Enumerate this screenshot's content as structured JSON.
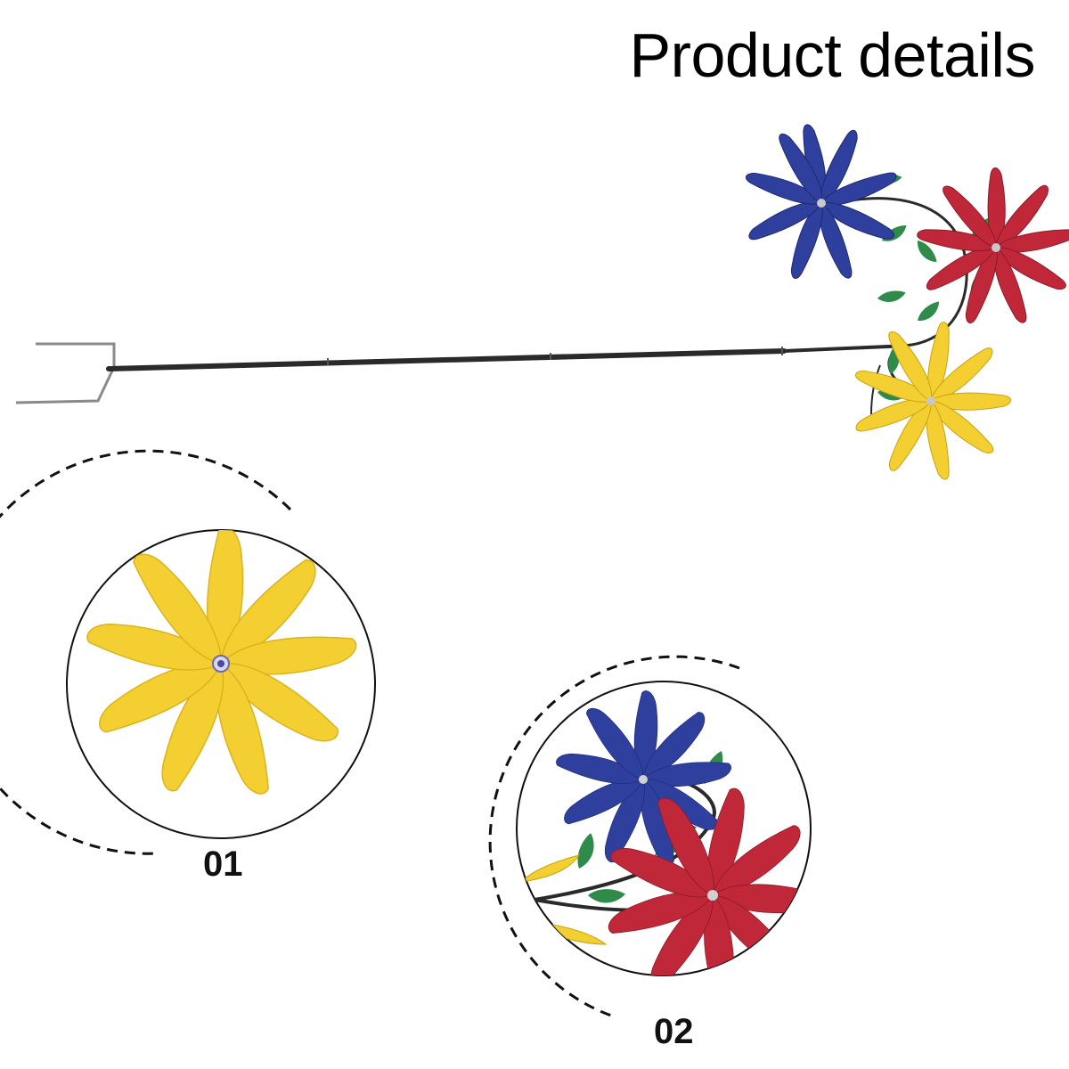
{
  "page": {
    "title": "Product details"
  },
  "details": [
    {
      "number": "01"
    },
    {
      "number": "02"
    }
  ],
  "colors": {
    "blue_petal": "#2f3f9e",
    "red_petal": "#c0283a",
    "yellow_petal": "#f4cf32",
    "leaf": "#2e8b4a",
    "stake": "#2a2a2a",
    "fork": "#8a8a8a"
  }
}
